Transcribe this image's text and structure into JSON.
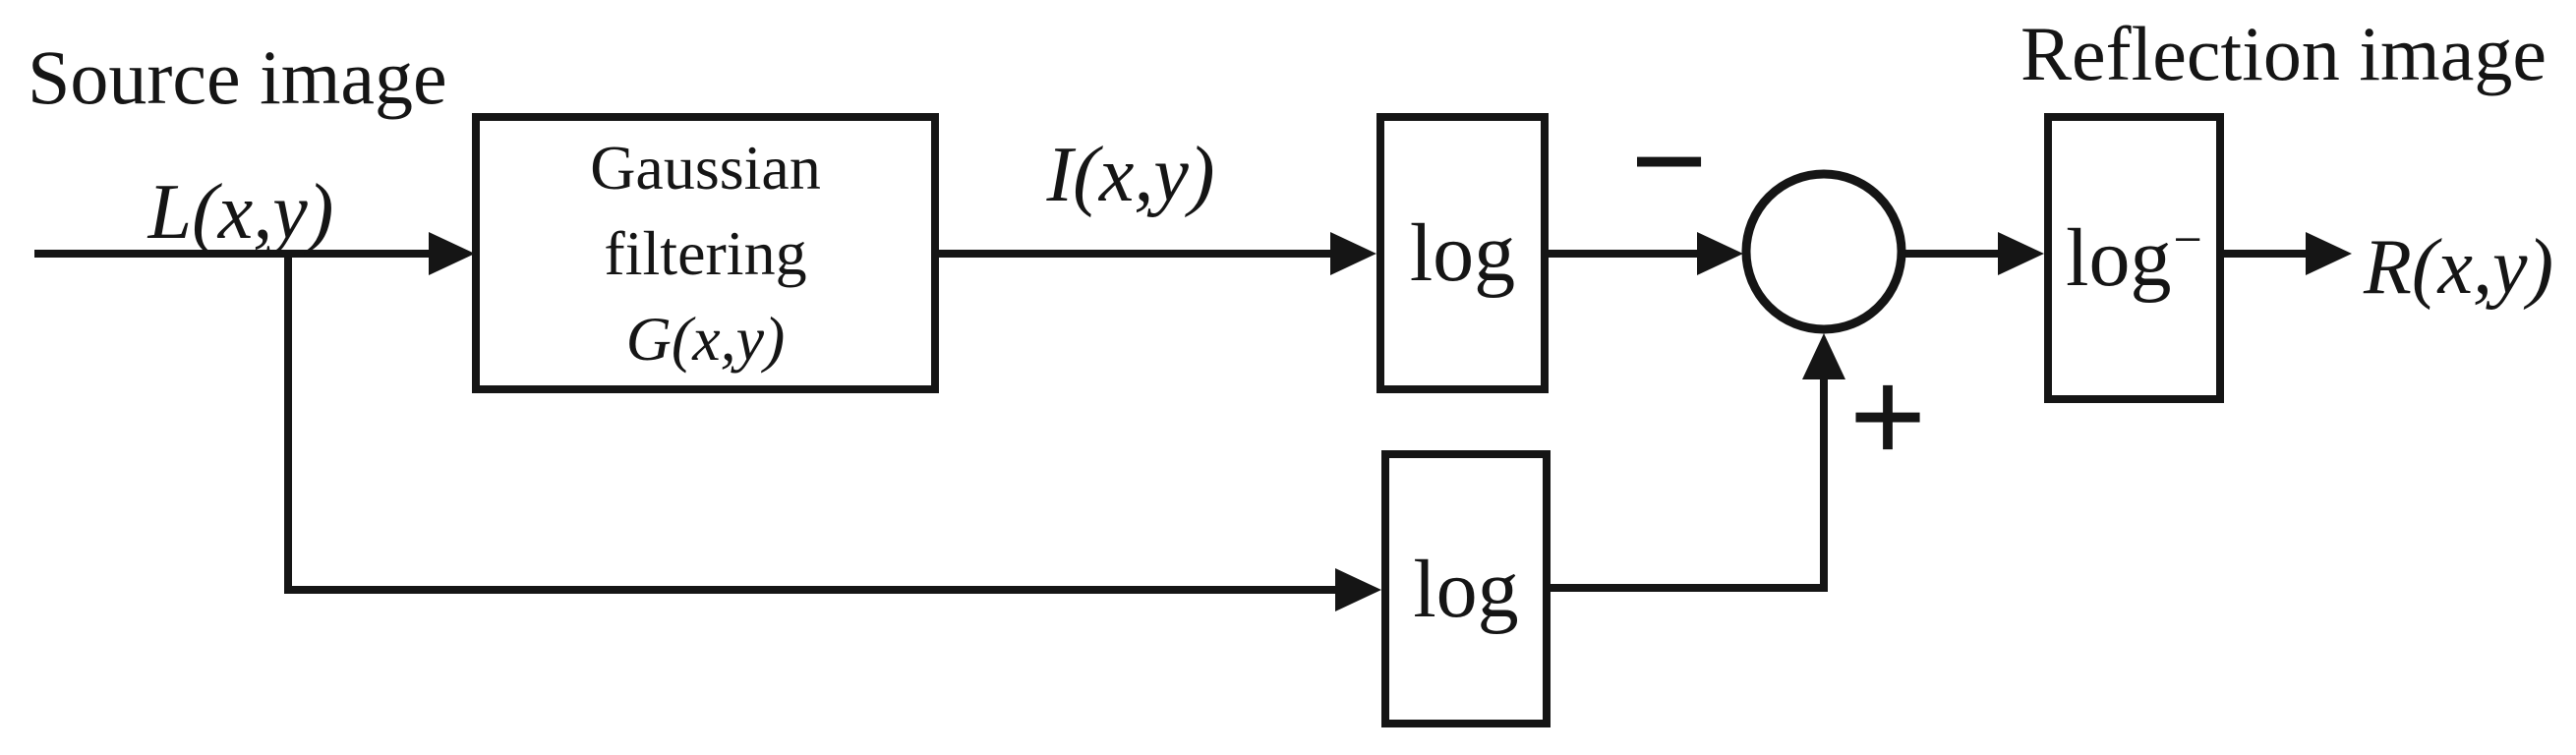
{
  "figure": {
    "type": "block-diagram",
    "ink_color": "#151515",
    "background_color": "#ffffff",
    "labels": {
      "source_image": "Source image",
      "reflection_image": "Reflection image",
      "input_signal": "L(x,y)",
      "illumination_signal": "I(x,y)",
      "output_signal": "R(x,y)",
      "minus": "−",
      "plus": "+"
    },
    "blocks": {
      "gaussian": {
        "line1": "Gaussian",
        "line2": "filtering",
        "line3": "G(x,y)"
      },
      "log_top": {
        "label": "log"
      },
      "log_bottom": {
        "label": "log"
      },
      "log_inverse": {
        "label": "log",
        "superscript": "−"
      }
    }
  }
}
